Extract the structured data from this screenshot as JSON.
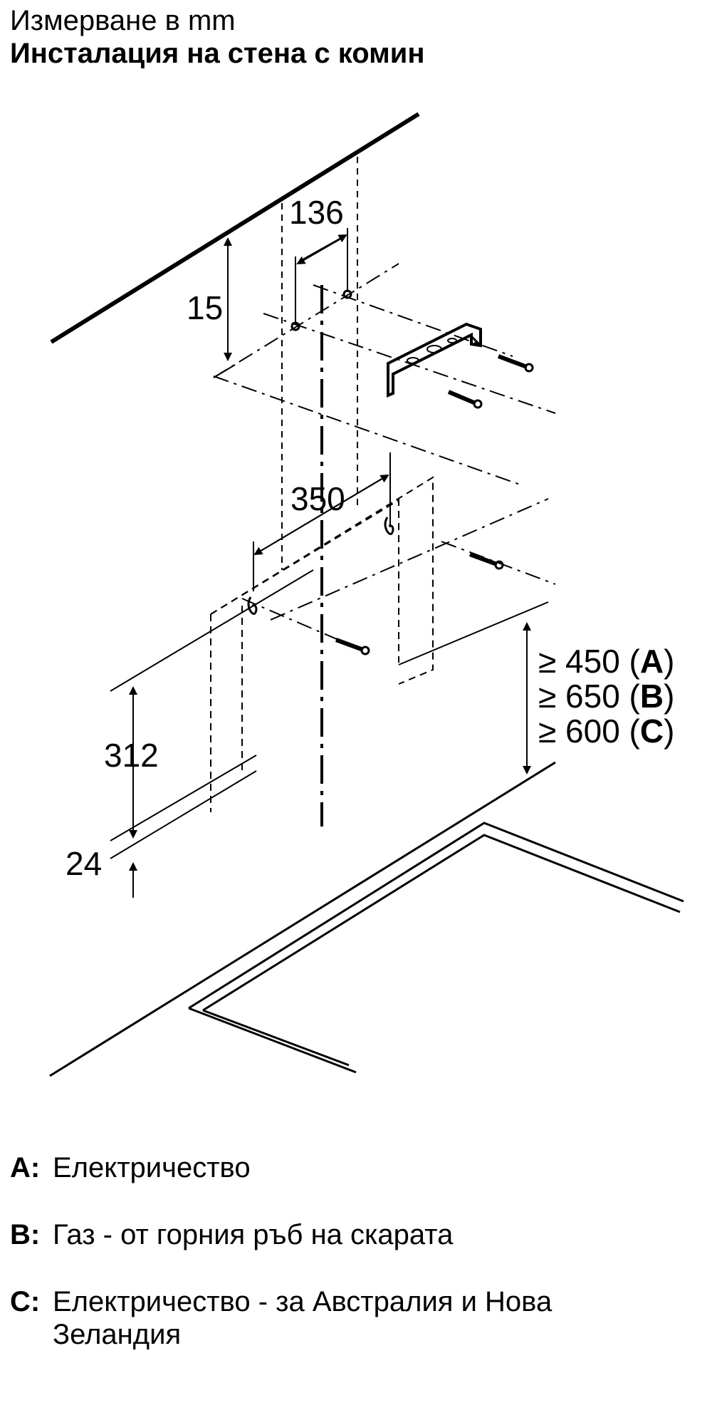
{
  "header": {
    "unit_line": "Измерване в mm",
    "title": "Инсталация на стена с комин"
  },
  "dimensions": {
    "d136": "136",
    "d15": "15",
    "d350": "350",
    "d312": "312",
    "d24": "24",
    "req_a_value": "≥ 450 (",
    "req_a_key": "A",
    "req_b_value": "≥ 650 (",
    "req_b_key": "B",
    "req_c_value": "≥ 600 (",
    "req_c_key": "C",
    "close_paren": ")"
  },
  "legend": [
    {
      "key": "A:",
      "text": "Електричество"
    },
    {
      "key": "B:",
      "text": "Газ - от горния ръб на скарата"
    },
    {
      "key": "C:",
      "text": "Електричество - за Австралия и Нова Зеландия"
    }
  ]
}
